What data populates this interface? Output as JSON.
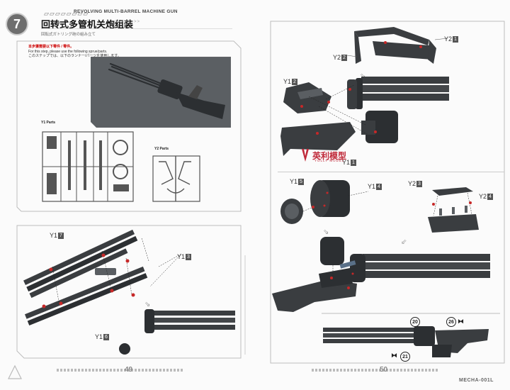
{
  "header": {
    "step_number": "7",
    "stripes": "▱▱▱▱▱▱▱▱",
    "title_en": "REVOLVING MULTI-BARREL MACHINE GUN",
    "title_cn": "回转式多管机关炮组装",
    "arrows": ">>>>>>>>",
    "title_jp": "回転式ガトリング砲の組み立て"
  },
  "note": {
    "line_cn": "本步骤需要以下零件 / 零件。",
    "line_en": "For this step, please use the following sprue/parts.",
    "line_jp": "このステップでは、以下のランナー/パーツを使用します。"
  },
  "parts": {
    "y1_label": "Y1 Parts",
    "y2_label": "Y2 Parts"
  },
  "labels": {
    "y2_1": {
      "prefix": "Y2",
      "num": "1"
    },
    "y2_2": {
      "prefix": "Y2",
      "num": "2"
    },
    "y1_2": {
      "prefix": "Y1",
      "num": "2"
    },
    "y1_1": {
      "prefix": "Y1",
      "num": "1"
    },
    "y1_5": {
      "prefix": "Y1",
      "num": "5"
    },
    "y1_4": {
      "prefix": "Y1",
      "num": "4"
    },
    "y2_3": {
      "prefix": "Y2",
      "num": "3"
    },
    "y2_4": {
      "prefix": "Y2",
      "num": "4"
    },
    "y1_7": {
      "prefix": "Y1",
      "num": "7"
    },
    "y1_3": {
      "prefix": "Y1",
      "num": "3"
    },
    "y1_6": {
      "prefix": "Y1",
      "num": "6"
    }
  },
  "decals": [
    "20",
    "26",
    "21"
  ],
  "watermark": {
    "cn": "英利模型",
    "en": "YOLLY MODEL"
  },
  "footer": {
    "page_left": "49",
    "page_right": "50",
    "series": "MECHA-001L"
  },
  "colors": {
    "part_dark": "#3a3d40",
    "part_mid": "#5a5e62",
    "pin_red": "#c62828",
    "render_bg": "#5b5f63",
    "frame_line": "#bdbdbd",
    "watermark": "#c02a3a"
  }
}
